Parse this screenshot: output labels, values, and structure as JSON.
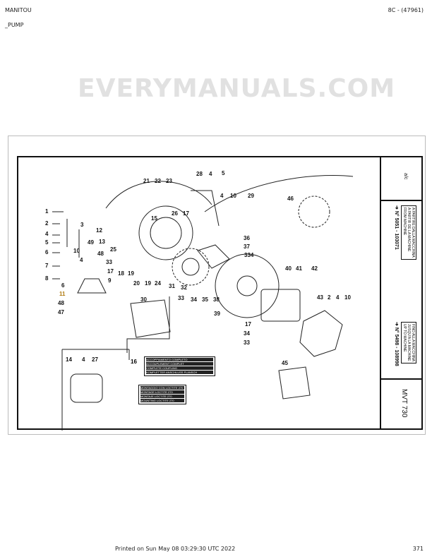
{
  "header": {
    "brand": "MANITOU",
    "section": "_PUMP",
    "code": "8C - (47961)"
  },
  "footer": {
    "printed": "Printed on  Sun May 08 03:29:30 UTC 2022",
    "page": "371"
  },
  "panel": {
    "top_code": "a/c",
    "from_box": [
      "A PARTIRE DALLA MACCHINA",
      "A PARTIR DE LA MACHINE",
      "FROM MACHINE"
    ],
    "from_serial": "N° 5051 - 103071",
    "upto_box": [
      "FINO ALLA MACCHINA",
      "JUSQU'A LA MACHINE",
      "UP TO MACHINE"
    ],
    "upto_serial": "N° 5498 - 108998",
    "model": "MVT 730"
  },
  "legend_coupling": {
    "ref": "16",
    "lines": [
      "ACCOPPIAMENTO COMPLETO",
      "ACCOUPLEMENT COMPLET",
      "COMPLETE COUPLING",
      "KOMPLETTER ANSCHLUSS FLANSCH"
    ]
  },
  "legend_loctite": {
    "lines": [
      "MONTAGGIO CON LOCTITE 270",
      "MONTAGE LOCTITE 270",
      "MONTAJE LOCTITE 270",
      "MOUNTING LOCTITE 270"
    ]
  },
  "watermark": "EVERYMANUALS.COM",
  "callouts": [
    "1",
    "2",
    "4",
    "5",
    "6",
    "7",
    "8",
    "3",
    "10",
    "49",
    "48",
    "4",
    "12",
    "13",
    "25",
    "6",
    "9",
    "11",
    "48",
    "47",
    "33",
    "17",
    "18",
    "19",
    "20",
    "19",
    "24",
    "21",
    "22",
    "23",
    "15",
    "26",
    "17",
    "28",
    "4",
    "5",
    "4",
    "10",
    "29",
    "46",
    "36",
    "37",
    "334",
    "31",
    "32",
    "33",
    "34",
    "35",
    "38",
    "39",
    "30",
    "40",
    "41",
    "42",
    "43",
    "2",
    "4",
    "10",
    "17",
    "34",
    "33",
    "45",
    "14",
    "4",
    "27"
  ]
}
